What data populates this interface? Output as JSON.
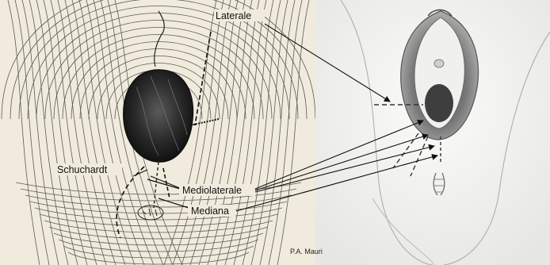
{
  "labels": {
    "laterale": "Laterale",
    "schuchardt": "Schuchardt",
    "mediolaterale": "Mediolaterale",
    "mediana": "Mediana"
  },
  "credit": "P.A. Mauri",
  "colors": {
    "left_background": "#f1ebdd",
    "right_background": "#f4f4f3",
    "ink": "#1a1a1a",
    "arrow": "#111111"
  }
}
